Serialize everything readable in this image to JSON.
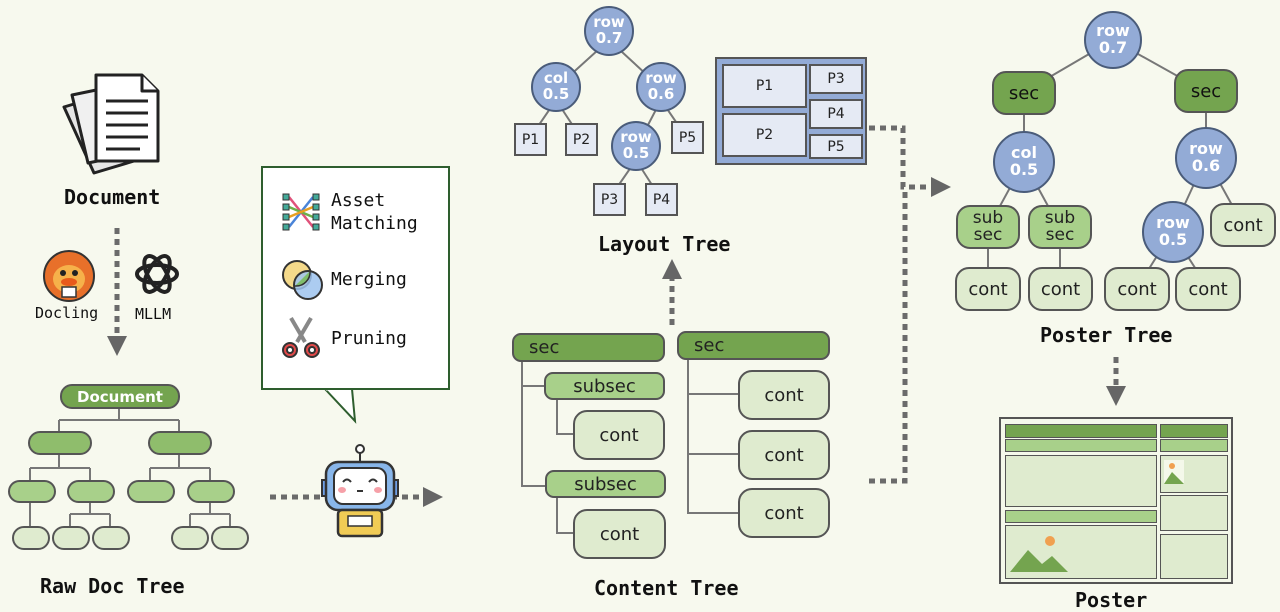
{
  "raw_doc_tree": {
    "doc_label": "Document",
    "docling_label": "Docling",
    "mllm_label": "MLLM",
    "root_label": "Document",
    "title": "Raw Doc Tree"
  },
  "callout": {
    "items": [
      {
        "label": "Asset\nMatching",
        "icon": "asset-matching-icon"
      },
      {
        "label": "Merging",
        "icon": "merging-icon"
      },
      {
        "label": "Pruning",
        "icon": "scissors-icon"
      }
    ]
  },
  "layout_tree": {
    "title": "Layout Tree",
    "root": {
      "type": "row",
      "ratio": "0.7"
    },
    "col": {
      "type": "col",
      "ratio": "0.5"
    },
    "row_a": {
      "type": "row",
      "ratio": "0.6"
    },
    "row_b": {
      "type": "row",
      "ratio": "0.5"
    },
    "leaves": [
      "P1",
      "P2",
      "P3",
      "P4",
      "P5"
    ]
  },
  "content_tree": {
    "title": "Content Tree",
    "sec1": "sec",
    "sec2": "sec",
    "subsec1": "subsec",
    "subsec2": "subsec",
    "cont": "cont"
  },
  "poster_tree": {
    "title": "Poster Tree",
    "root": {
      "type": "row",
      "ratio": "0.7"
    },
    "sec": "sec",
    "col": {
      "type": "col",
      "ratio": "0.5"
    },
    "row_a": {
      "type": "row",
      "ratio": "0.6"
    },
    "row_b": {
      "type": "row",
      "ratio": "0.5"
    },
    "subsec": "sub\nsec",
    "cont": "cont"
  },
  "poster": {
    "title": "Poster"
  },
  "colors": {
    "dark_green": "#74a44f",
    "mid_green": "#a8d08a",
    "light_green": "#dfebcf",
    "node_blue": "#93abd6",
    "layout_box": "#e5eaf4",
    "background": "#f7f9ee"
  }
}
